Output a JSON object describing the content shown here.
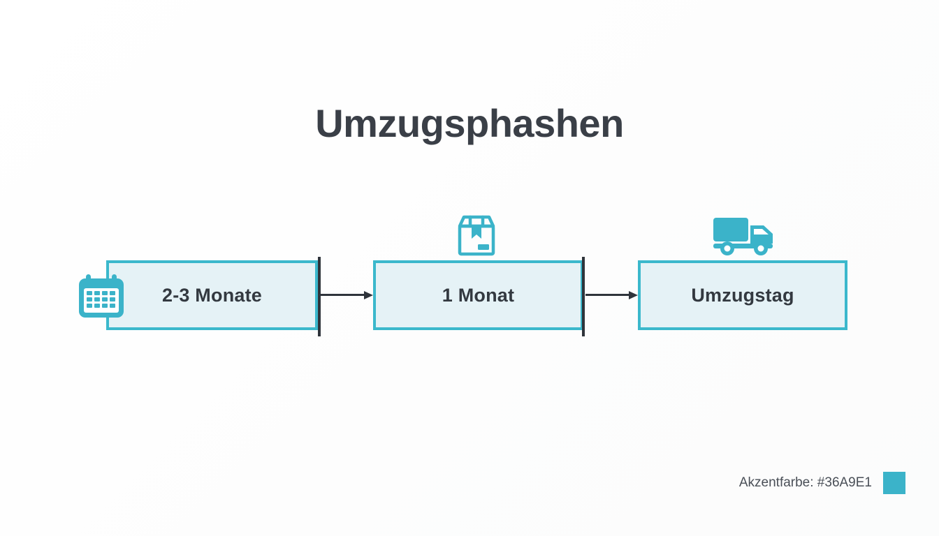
{
  "title": "Umzugsphashen",
  "flow": {
    "phases": [
      {
        "label": "2-3 Monate",
        "icon": "calendar-icon"
      },
      {
        "label": "1 Monat",
        "icon": "package-icon"
      },
      {
        "label": "Umzugstag",
        "icon": "truck-icon"
      }
    ],
    "connector_count": 2,
    "connector_glyph": "arrow-right"
  },
  "footer": {
    "accent_label": "Akzentfarbe: #36A9E1",
    "swatch_color": "#3BB3C9"
  },
  "theme": {
    "accent": "#3BB8CC",
    "box_fill": "#E5F2F6",
    "title_color": "#3A3F47",
    "connector_color": "#2F343B",
    "background": "#FDFDFD"
  }
}
